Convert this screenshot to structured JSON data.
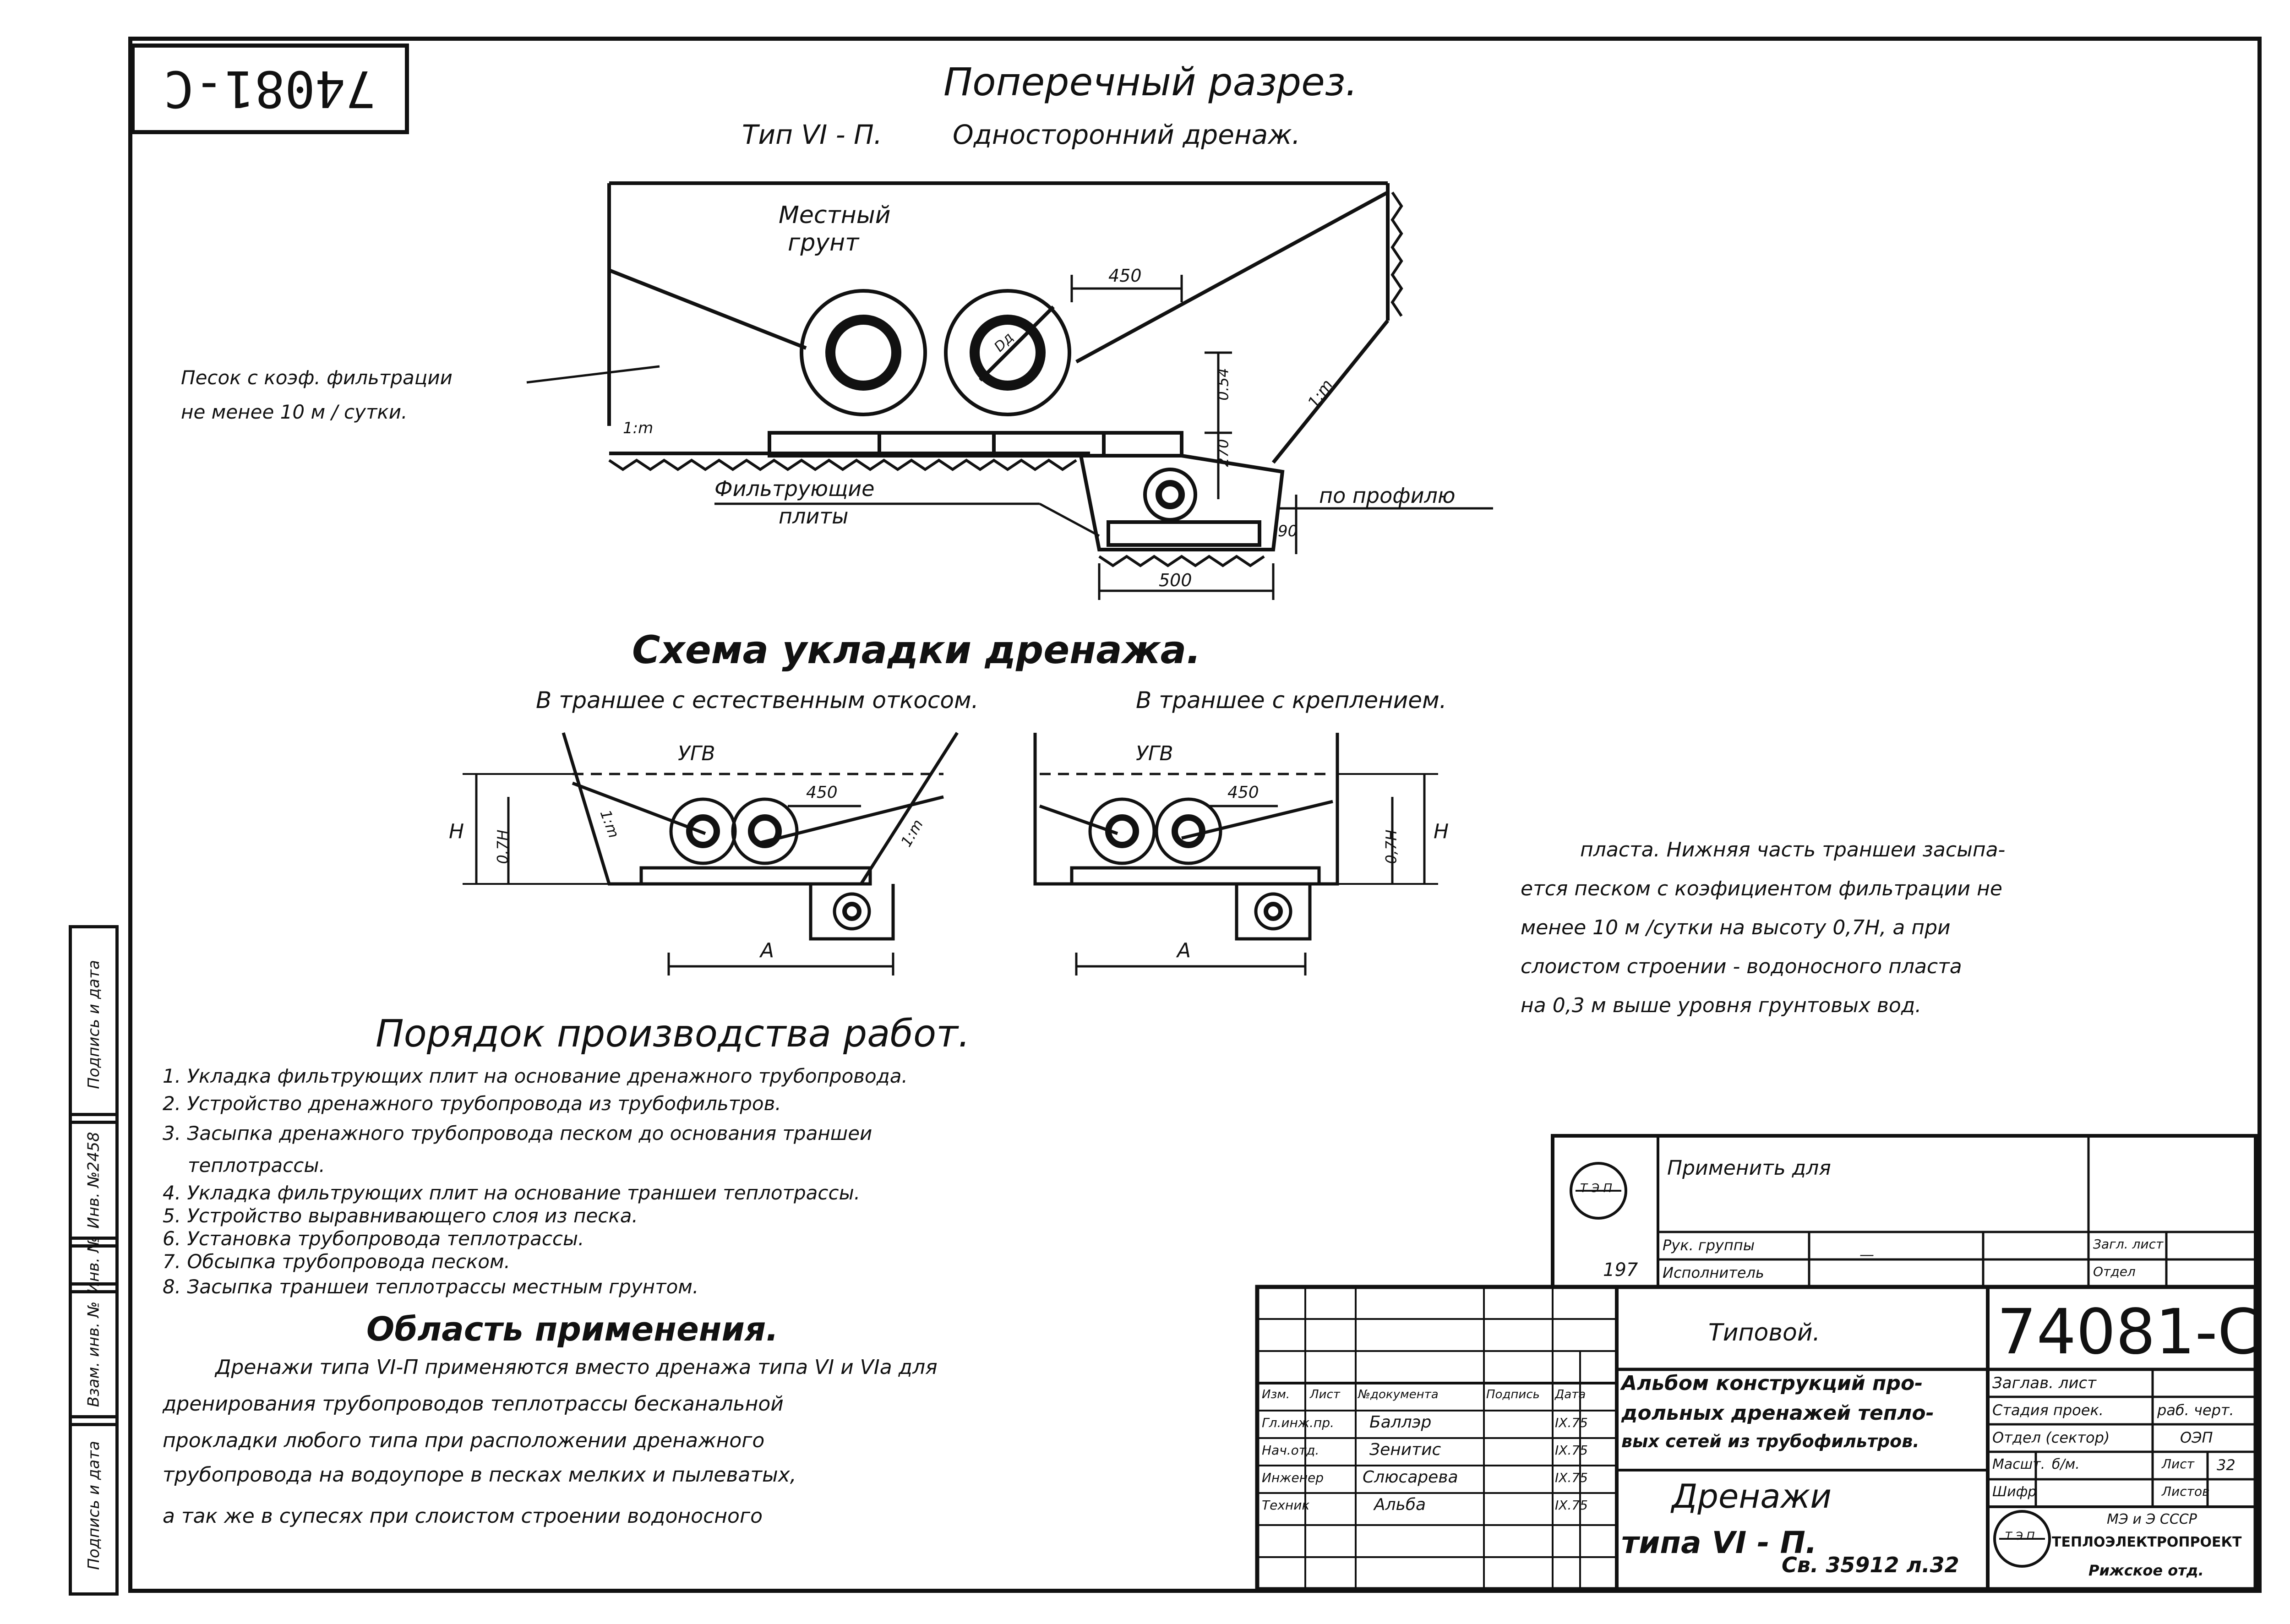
{
  "stamp_top": "74081-С",
  "section": {
    "title": "Поперечный разрез.",
    "subtitle_type": "Тип VI - П.",
    "subtitle_name": "Односторонний дренаж."
  },
  "cross_labels": {
    "local_soil_1": "Местный",
    "local_soil_2": "грунт",
    "sand_1": "Песок с коэф. фильтрации",
    "sand_2": "не менее 10 м / сутки.",
    "filter_plates_1": "Фильтрующие",
    "filter_plates_2": "плиты",
    "by_profile": "по профилю",
    "dim_450": "450",
    "dim_500": "500",
    "dim_90": "90",
    "dim_054": "0.54",
    "dim_270": "270",
    "slope_1m_left": "1:m",
    "slope_1m_right": "1:m",
    "pipe_d": "Dд"
  },
  "scheme": {
    "title": "Схема укладки дренажа.",
    "left_caption": "В траншее с естественным откосом.",
    "right_caption": "В траншее с креплением.",
    "ugv": "УГВ",
    "h": "H",
    "h07": "0,7H",
    "dim_450": "450",
    "dim_a": "A",
    "slope": "1:m"
  },
  "side_note": [
    "пласта. Нижняя часть траншеи засыпа-",
    "ется песком с коэфициентом фильтрации не",
    "менее 10 м /сутки на высоту 0,7Н, а при",
    "слоистом строении - водоносного пласта",
    "на 0,3 м выше уровня грунтовых вод."
  ],
  "order": {
    "title": "Порядок производства работ.",
    "items": [
      "1. Укладка фильтрующих плит на основание дренажного трубопровода.",
      "2. Устройство дренажного трубопровода из трубофильтров.",
      "3. Засыпка дренажного трубопровода песком до основания траншеи",
      "теплотрассы.",
      "4. Укладка фильтрующих плит на основание траншеи теплотрассы.",
      "5. Устройство выравнивающего слоя из песка.",
      "6. Установка трубопровода теплотрассы.",
      "7. Обсыпка трубопровода песком.",
      "8. Засыпка траншеи теплотрассы местным грунтом."
    ]
  },
  "scope": {
    "title": "Область применения.",
    "lines": [
      "Дренажи типа VI-П применяются вместо дренажа типа VI и VIа для",
      "дренирования трубопроводов теплотрассы бесканальной",
      "прокладки любого типа при расположении дренажного",
      "трубопровода на водоупоре в песках мелких и пылеватых,",
      "а так же в супесях при слоистом строении водоносного"
    ]
  },
  "side_strip": [
    "Подпись и дата",
    "Инв. №2458",
    "Инв. №",
    "Взам. инв. №",
    "Подпись и дата"
  ],
  "title_block": {
    "apply_for": "Применить для",
    "year": "197",
    "group_head": "Рук. группы",
    "executor": "Исполнитель",
    "zag_list": "Загл. лист",
    "otdel": "Отдел",
    "dash": "—",
    "tipovoi": "Типовой.",
    "doc_number": "74081-С",
    "album_1": "Альбом конструкций про-",
    "album_2": "дольных дренажей тепло-",
    "album_3": "вых сетей из трубофильтров.",
    "drawing_1": "Дренажи",
    "drawing_2": "типа VI - П.",
    "sheet_ref": "Св. 35912 л.32",
    "header": [
      "Изм.",
      "Лист",
      "№документа",
      "Подпись",
      "Дата"
    ],
    "rows": [
      {
        "role": "Гл.инж.пр.",
        "name": "Баллэр",
        "date": "IX.75"
      },
      {
        "role": "Нач.отд.",
        "name": "Зенитис",
        "date": "IX.75"
      },
      {
        "role": "Инженер",
        "name": "Слюсарева",
        "date": "IX.75"
      },
      {
        "role": "Техник",
        "name": "Альба",
        "date": "IX.75"
      }
    ],
    "zaglav": "Заглав. лист",
    "stage_label": "Стадия проек.",
    "stage_value": "раб. черт.",
    "dept_label": "Отдел (сектор)",
    "dept_value": "ОЭП",
    "scale_label": "Масшт.",
    "scale_value": "б/м.",
    "list_label": "Лист",
    "list_value": "32",
    "cipher_label": "Шифр",
    "sheets_label": "Листов",
    "org_1": "МЭ и Э СССР",
    "org_2": "ТЕПЛОЭЛЕКТРОПРОЕКТ",
    "org_3": "Рижское отд.",
    "logo": "Т Э П"
  }
}
